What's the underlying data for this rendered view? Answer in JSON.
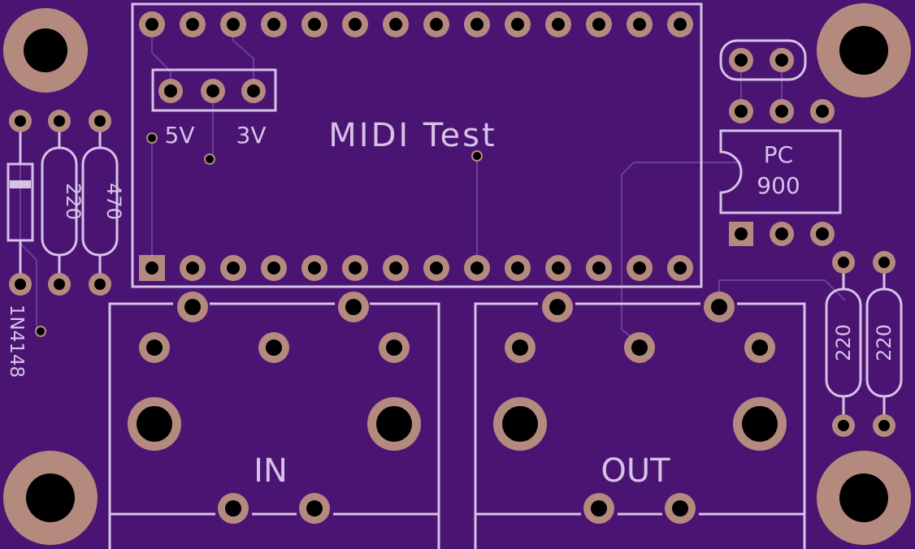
{
  "board": {
    "title": "MIDI Test",
    "colors": {
      "substrate": "#4a1473",
      "silkscreen": "#d6c2e6",
      "copper_pad": "#b58a7e",
      "drill": "#000000",
      "trace": "#6b3f96"
    }
  },
  "labels": {
    "v5": "5V",
    "v3": "3V",
    "diode": "1N4148",
    "r1": "220",
    "r2": "470",
    "r3": "220",
    "r4": "220",
    "optocoupler_line1": "PC",
    "optocoupler_line2": "900",
    "jack_in": "IN",
    "jack_out": "OUT"
  },
  "icons": {
    "mounting_hole": "mounting-hole-icon",
    "via": "via-icon",
    "pad": "pad-icon"
  }
}
